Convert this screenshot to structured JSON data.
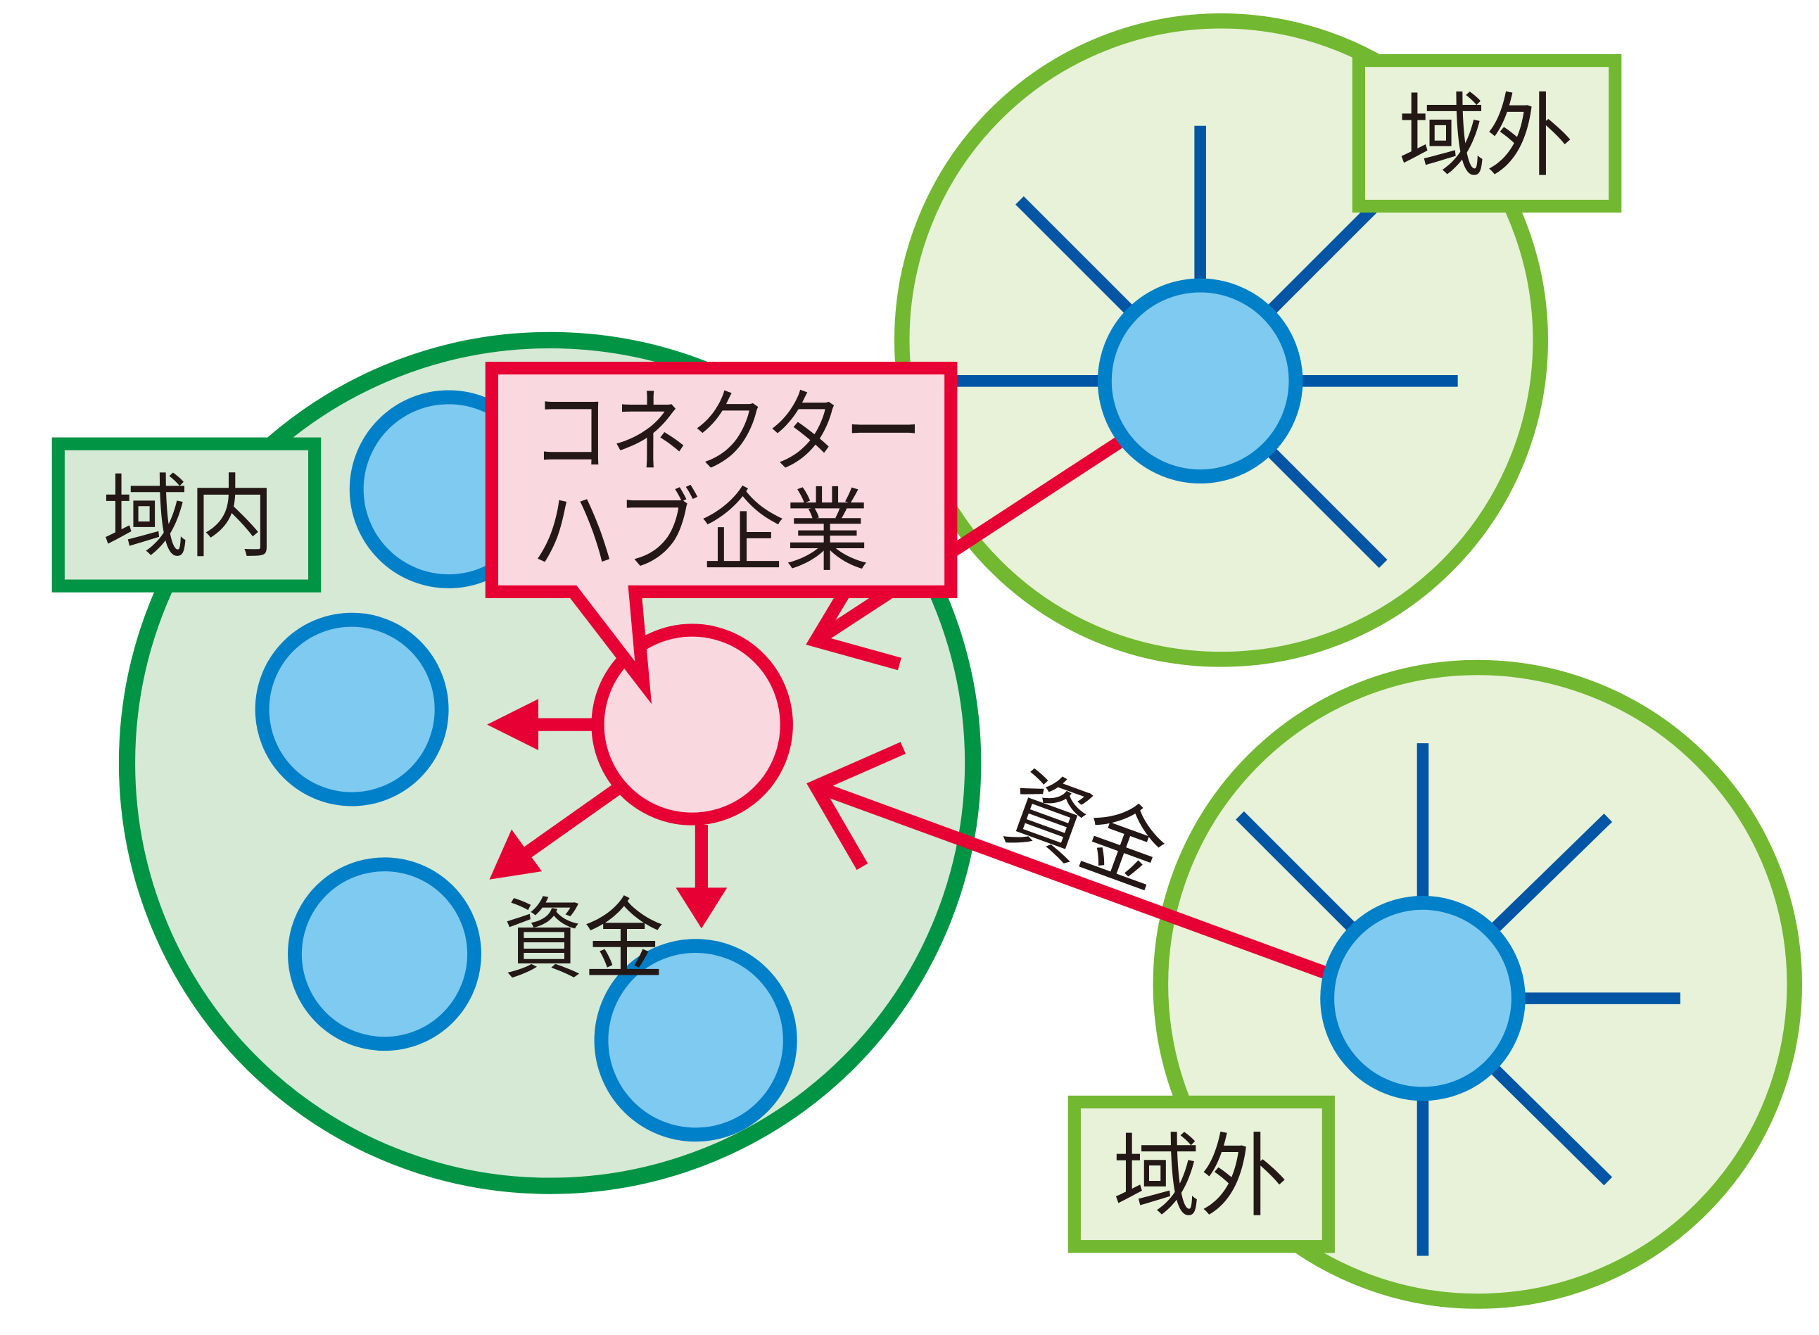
{
  "colors": {
    "inner_region_fill": "#d5e9d5",
    "inner_region_stroke": "#009444",
    "outer_region_fill": "#e7f2d8",
    "outer_region_stroke": "#72b831",
    "company_fill": "#7fcaf0",
    "company_stroke": "#0080c8",
    "spoke": "#0055a5",
    "hub_stroke": "#e60033",
    "hub_fill": "#fad8e0",
    "text": "#231815"
  },
  "labels": {
    "inner_region": "域内",
    "outer_region_top": "域外",
    "outer_region_bottom": "域外",
    "hub_line1": "コネクター",
    "hub_line2": "ハブ企業",
    "funds_inside": "資金",
    "funds_outside": "資金"
  },
  "icons": {
    "company": "company-circle-icon",
    "hub": "hub-company-circle-icon",
    "arrow": "arrowhead-icon"
  }
}
